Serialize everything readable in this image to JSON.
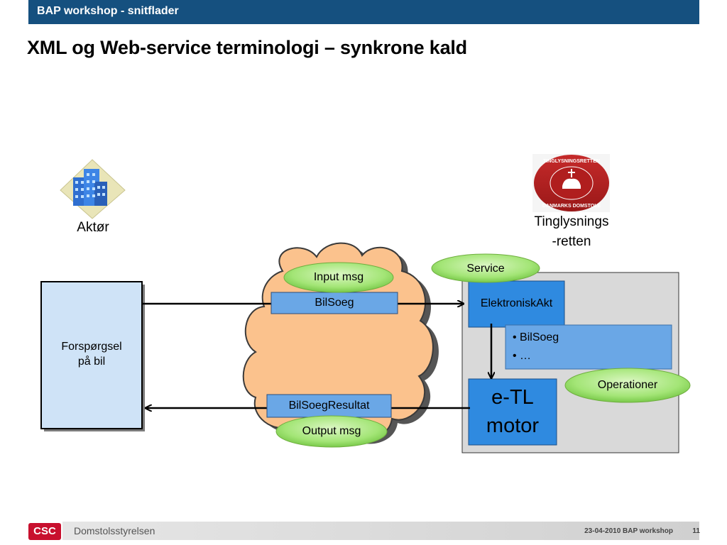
{
  "header": {
    "bar_text": "BAP workshop - snitflader"
  },
  "slide": {
    "title": "XML og Web-service terminologi – synkrone kald"
  },
  "actor": {
    "label": "Aktør",
    "icon": "building-icon"
  },
  "court": {
    "label_line1": "Tinglysnings",
    "label_line2": "-retten",
    "icon": "court-seal-icon",
    "seal_top": "TINGLYSNINGSRETTEN",
    "seal_bottom": "DANMARKS DOMSTOLE"
  },
  "request_box": {
    "line1": "Forspørgsel",
    "line2": "på bil"
  },
  "messages": {
    "input_tag": "Input msg",
    "input_name": "BilSoeg",
    "output_name": "BilSoegResultat",
    "output_tag": "Output msg"
  },
  "service": {
    "tag": "Service",
    "name": "ElektroniskAkt",
    "operations": [
      "• BilSoeg",
      "•  …"
    ],
    "operations_tag": "Operationer",
    "engine_line1": "e-TL",
    "engine_line2": "motor"
  },
  "footer": {
    "logo": "CSC",
    "org": "Domstolsstyrelsen",
    "date_event": "23-04-2010 BAP workshop",
    "page": "11"
  },
  "colors": {
    "header": "#15507f",
    "cloud": "#fbc28d",
    "blue_box": "#6aa7e6",
    "green": "#9be26b",
    "engine": "#2f8ae0",
    "panel": "#d9d9d9"
  }
}
